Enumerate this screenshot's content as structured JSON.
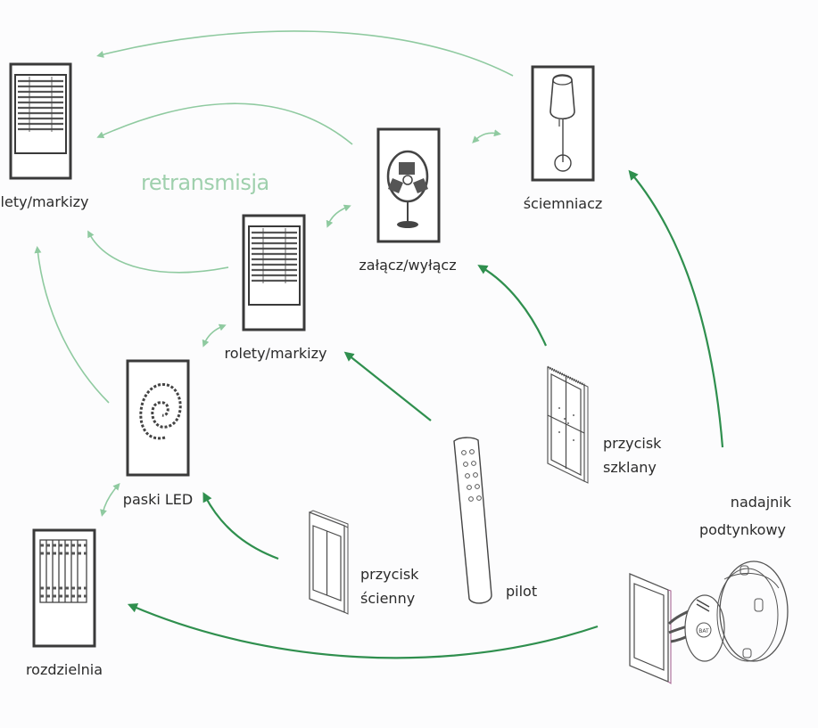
{
  "diagram": {
    "title": "retransmisja",
    "colors": {
      "direct_signal": "#2f8f4e",
      "retransmission_signal": "#8fcaa0",
      "label_text": "#2b2b2b",
      "retransmission_label": "#9fd0ad"
    },
    "receivers": [
      {
        "id": "rolety-top",
        "label": "rolety/markizy",
        "icon": "roller-blind-icon"
      },
      {
        "id": "zalacz",
        "label": "załącz/wyłącz",
        "icon": "fan-icon"
      },
      {
        "id": "sciemniacz",
        "label": "ściemniacz",
        "icon": "lamp-icon"
      },
      {
        "id": "rolety-mid",
        "label": "rolety/markizy",
        "icon": "roller-blind-icon"
      },
      {
        "id": "paski",
        "label": "paski LED",
        "icon": "led-strip-icon"
      },
      {
        "id": "rozdzielnia",
        "label": "rozdzielnia",
        "icon": "distribution-board-icon"
      }
    ],
    "transmitters": [
      {
        "id": "przycisk-szklany",
        "label_line1": "przycisk",
        "label_line2": "szklany",
        "icon": "glass-button-icon"
      },
      {
        "id": "pilot",
        "label": "pilot",
        "icon": "remote-icon"
      },
      {
        "id": "przycisk-scienny",
        "label_line1": "przycisk",
        "label_line2": "ścienny",
        "icon": "wall-switch-icon"
      },
      {
        "id": "nadajnik",
        "label_line1": "nadajnik",
        "label_line2": "podtynkowy",
        "icon": "flush-transmitter-icon"
      }
    ],
    "links": [
      {
        "from": "przycisk-szklany",
        "to": "zalacz",
        "type": "direct"
      },
      {
        "from": "pilot",
        "to": "rolety-mid",
        "type": "direct"
      },
      {
        "from": "przycisk-scienny",
        "to": "paski",
        "type": "direct"
      },
      {
        "from": "nadajnik",
        "to": "rozdzielnia",
        "type": "direct"
      },
      {
        "from": "nadajnik",
        "to": "sciemniacz",
        "type": "direct"
      },
      {
        "from": "sciemniacz",
        "to": "rolety-top",
        "type": "retransmission"
      },
      {
        "from": "zalacz",
        "to": "rolety-top",
        "type": "retransmission"
      },
      {
        "from": "rolety-mid",
        "to": "rolety-top",
        "type": "retransmission"
      },
      {
        "from": "paski",
        "to": "rolety-top",
        "type": "retransmission"
      },
      {
        "from": "zalacz",
        "to": "sciemniacz",
        "type": "bidirectional"
      },
      {
        "from": "rolety-mid",
        "to": "zalacz",
        "type": "bidirectional"
      },
      {
        "from": "paski",
        "to": "rolety-mid",
        "type": "bidirectional"
      },
      {
        "from": "rozdzielnia",
        "to": "paski",
        "type": "bidirectional"
      }
    ]
  }
}
